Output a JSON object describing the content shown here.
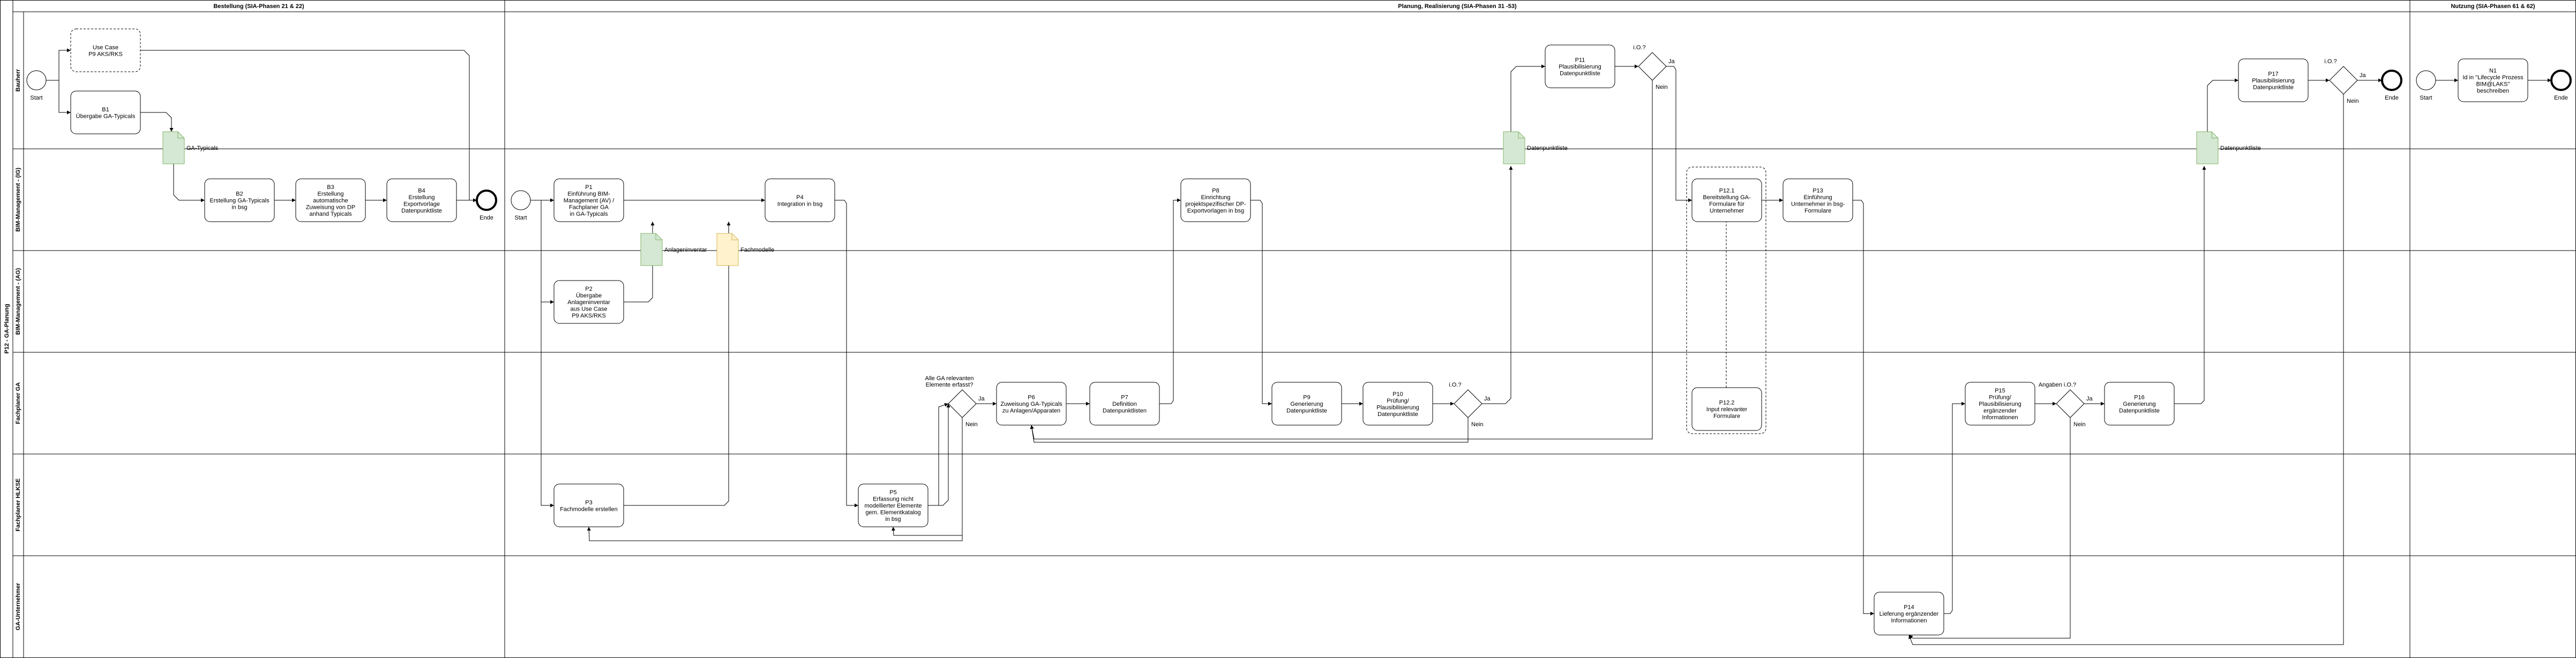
{
  "pool": {
    "title": "P12 - GA-Planung",
    "lanes": [
      {
        "id": "bauherr",
        "label": "Bauherr"
      },
      {
        "id": "bim_management",
        "label": "BIM-Management - (IG)"
      },
      {
        "id": "bim_management_ag",
        "label": "BIM-Management - (AG)"
      },
      {
        "id": "fachplaner_ga",
        "label": "Fachplaner GA"
      },
      {
        "id": "fachplaner_hlkse",
        "label": "Fachplaner HLKSE"
      },
      {
        "id": "ga_unternehmer",
        "label": "GA-Unternehmer"
      }
    ],
    "phases": [
      {
        "id": "bestellung",
        "label": "Bestellung (SIA-Phasen 21 & 22)"
      },
      {
        "id": "planung",
        "label": "Planung, Realisierung (SIA-Phasen 31 -53)"
      },
      {
        "id": "nutzung",
        "label": "Nutzung (SIA-Phasen 61 & 62)"
      }
    ]
  },
  "tasks": [
    {
      "id": "usecase",
      "lines": [
        "Use Case",
        "P9 AKS/RKS"
      ],
      "dashed": true
    },
    {
      "id": "b1",
      "lines": [
        "B1",
        "Übergabe GA-Typicals"
      ]
    },
    {
      "id": "b2",
      "lines": [
        "B2",
        "Erstellung GA-Typicals",
        "in bsg"
      ]
    },
    {
      "id": "b3",
      "lines": [
        "B3",
        "Erstellung",
        "automatische",
        "Zuweisung von DP",
        "anhand Typicals"
      ]
    },
    {
      "id": "b4",
      "lines": [
        "B4",
        "Erstellung",
        "Exportvorlage",
        "Datenpunktliste"
      ]
    },
    {
      "id": "p1",
      "lines": [
        "P1",
        "Einführung BIM-",
        "Management (AV) /",
        "Fachplaner GA",
        "in GA-Typicals"
      ]
    },
    {
      "id": "p2",
      "lines": [
        "P2",
        "Übergabe",
        "Anlageninventar",
        "aus Use Case",
        "P9 AKS/RKS"
      ]
    },
    {
      "id": "p3",
      "lines": [
        "P3",
        "Fachmodelle erstellen"
      ]
    },
    {
      "id": "p4",
      "lines": [
        "P4",
        "Integration in bsg"
      ]
    },
    {
      "id": "p5",
      "lines": [
        "P5",
        "Erfassung nicht",
        "modellierter Elemente",
        "gem. Elementkatalog",
        "in bsg"
      ]
    },
    {
      "id": "p6",
      "lines": [
        "P6",
        "Zuweisung GA-Typicals",
        "zu Anlagen/Apparaten"
      ]
    },
    {
      "id": "p7",
      "lines": [
        "P7",
        "Definition",
        "Datenpunktlisten"
      ]
    },
    {
      "id": "p8",
      "lines": [
        "P8",
        "Einrichtung",
        "projektspezifischer DP-",
        "Exportvorlagen in bsg"
      ]
    },
    {
      "id": "p9",
      "lines": [
        "P9",
        "Generierung",
        "Datenpunktliste"
      ]
    },
    {
      "id": "p10",
      "lines": [
        "P10",
        "Prüfung/",
        "Plausibilisierung",
        "Datenpunktliste"
      ]
    },
    {
      "id": "p11",
      "lines": [
        "P11",
        "Plausibilisierung",
        "Datenpunktliste"
      ]
    },
    {
      "id": "p12_1",
      "lines": [
        "P12.1",
        "Bereitstellung GA-",
        "Formulare für",
        "Unternehmer"
      ]
    },
    {
      "id": "p12_2",
      "lines": [
        "P12.2",
        "Input relevanter",
        "Formulare"
      ]
    },
    {
      "id": "p13",
      "lines": [
        "P13",
        "Einführung",
        "Unternehmer in bsg-",
        "Formulare"
      ]
    },
    {
      "id": "p14",
      "lines": [
        "P14",
        "Lieferung ergänzender",
        "Informationen"
      ]
    },
    {
      "id": "p15",
      "lines": [
        "P15",
        "Prüfung/",
        "Plausibilisierung",
        "ergänzender",
        "Informationen"
      ]
    },
    {
      "id": "p16",
      "lines": [
        "P16",
        "Generierung",
        "Datenpunktliste"
      ]
    },
    {
      "id": "p17",
      "lines": [
        "P17",
        "Plausibilisierung",
        "Datenpunktliste"
      ]
    },
    {
      "id": "n1",
      "lines": [
        "N1",
        "Id in \"Lifecycle Prozess",
        "BIM@LAKS\"",
        "beschreiben"
      ]
    }
  ],
  "events": [
    {
      "id": "start_b",
      "label": "Start",
      "type": "start"
    },
    {
      "id": "end_b",
      "label": "Ende",
      "type": "end"
    },
    {
      "id": "start_p",
      "label": "Start",
      "type": "start"
    },
    {
      "id": "end_p",
      "label": "Ende",
      "type": "end"
    },
    {
      "id": "start_n",
      "label": "Start",
      "type": "start"
    },
    {
      "id": "end_n",
      "label": "Ende",
      "type": "end"
    }
  ],
  "gateways": [
    {
      "id": "g_ga",
      "question": [
        "Alle GA relevanten",
        "Elemente erfasst?"
      ],
      "yes": "Ja",
      "no": "Nein"
    },
    {
      "id": "g_p10",
      "question": [
        "i.O.?"
      ],
      "yes": "Ja",
      "no": "Nein"
    },
    {
      "id": "g_p11",
      "question": [
        "i.O.?"
      ],
      "yes": "Ja",
      "no": "Nein"
    },
    {
      "id": "g_p15",
      "question": [
        "Angaben i.O.?"
      ],
      "yes": "Ja",
      "no": "Nein"
    },
    {
      "id": "g_p17",
      "question": [
        "i.O.?"
      ],
      "yes": "Ja",
      "no": "Nein"
    }
  ],
  "artifacts": [
    {
      "id": "doc_typicals",
      "label": "GA-Typicals",
      "kind": "document"
    },
    {
      "id": "doc_anlagen",
      "label": "Anlageninventar",
      "kind": "document"
    },
    {
      "id": "doc_fachmodelle",
      "label": "Fachmodelle",
      "kind": "model"
    },
    {
      "id": "doc_dpl1",
      "label": "Datenpunktliste",
      "kind": "document"
    },
    {
      "id": "doc_dpl2",
      "label": "Datenpunktliste",
      "kind": "document"
    }
  ],
  "colors": {
    "line": "#000000",
    "document_fill": "#d5e8d4",
    "document_stroke": "#82b366",
    "model_fill": "#fff2cc",
    "model_stroke": "#d6b656"
  }
}
